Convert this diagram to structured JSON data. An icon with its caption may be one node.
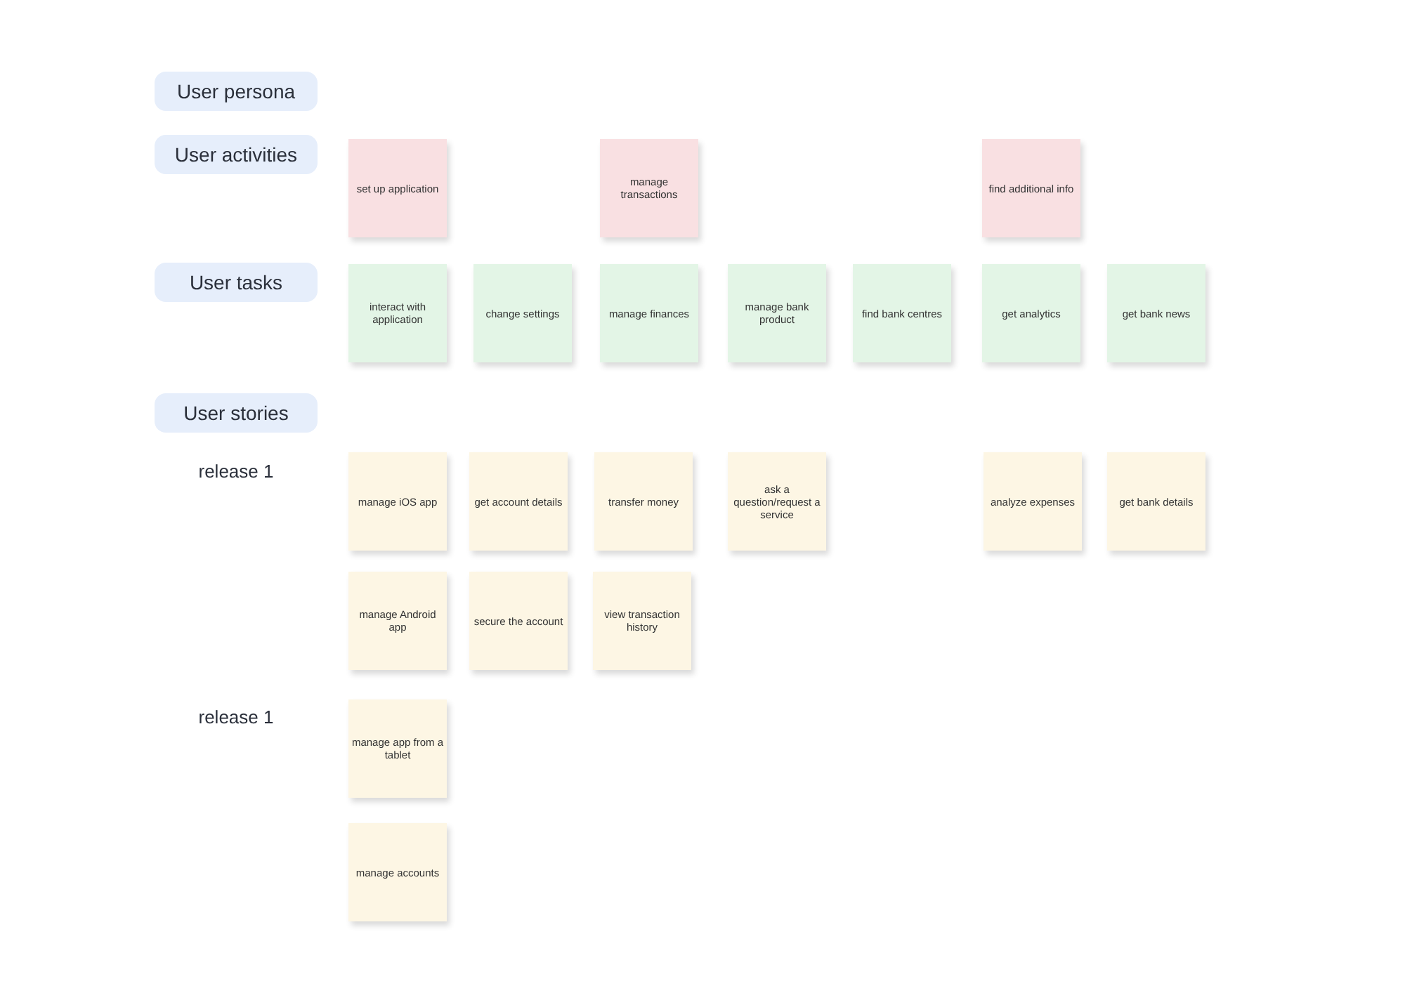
{
  "diagram": {
    "nodes": [
      {
        "text": [
          "User persona"
        ]
      },
      {
        "text": [
          "User activities"
        ]
      },
      {
        "text": [
          "set up application"
        ]
      },
      {
        "text": [
          "manage transactions"
        ]
      },
      {
        "text": [
          "find additional info"
        ]
      },
      {
        "text": [
          "User tasks"
        ]
      },
      {
        "text": [
          "interact with application"
        ]
      },
      {
        "text": [
          "change settings"
        ]
      },
      {
        "text": [
          "manage finances"
        ]
      },
      {
        "text": [
          "manage bank product"
        ]
      },
      {
        "text": [
          "find bank centres"
        ]
      },
      {
        "text": [
          "get analytics"
        ]
      },
      {
        "text": [
          "get bank news"
        ]
      },
      {
        "text": [
          "User stories"
        ]
      },
      {
        "text": [
          "manage iOS app"
        ]
      },
      {
        "text": [
          "get account details"
        ]
      },
      {
        "text": [
          "transfer money"
        ]
      },
      {
        "text": [
          "ask a question/request a service"
        ]
      },
      {
        "text": [
          "analyze expenses"
        ]
      },
      {
        "text": [
          "get bank details"
        ]
      },
      {
        "text": [
          "manage Android app"
        ]
      },
      {
        "text": [
          "secure the account"
        ]
      },
      {
        "text": [
          "view transaction history"
        ]
      },
      {
        "text": [
          "manage app from a tablet"
        ]
      },
      {
        "text": [
          "manage accounts"
        ]
      }
    ],
    "labels": [
      "release 1",
      "release 1"
    ]
  }
}
